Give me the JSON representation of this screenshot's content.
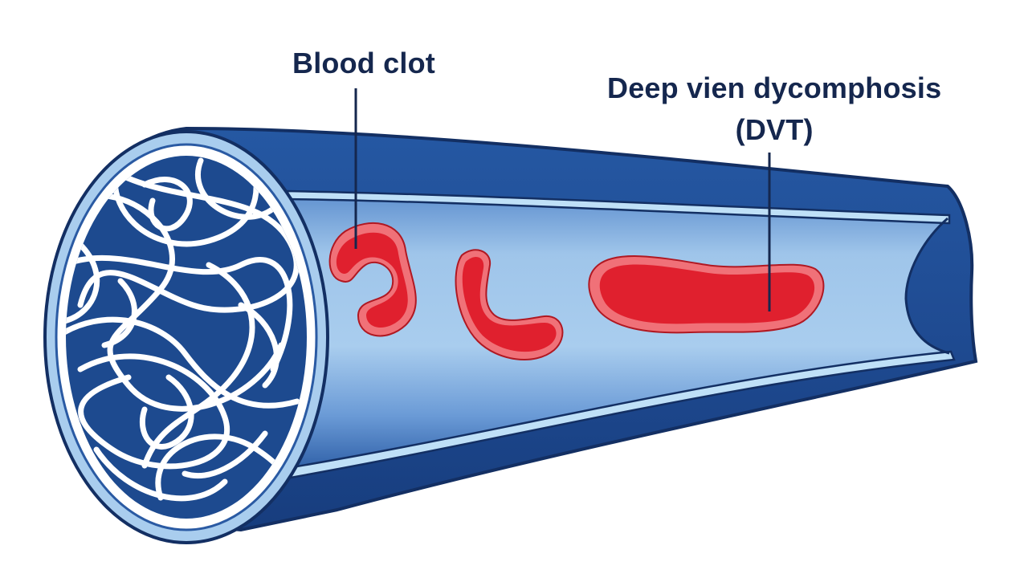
{
  "labels": {
    "blood_clot": "Blood clot",
    "dvt_line1": "Deep vien dycomphosis",
    "dvt_line2": "(DVT)"
  },
  "colors": {
    "vein_dark": "#1d4a8f",
    "vein_outline": "#132f63",
    "lumen": "#9cc3e8",
    "lining": "#b9dcf5",
    "clot": "#e0202e",
    "clot_halo": "#f07178",
    "mesh": "#ffffff",
    "text": "#15274e"
  },
  "icons": {
    "vessel": "vein-cross-section",
    "clot": "blood-clot"
  }
}
